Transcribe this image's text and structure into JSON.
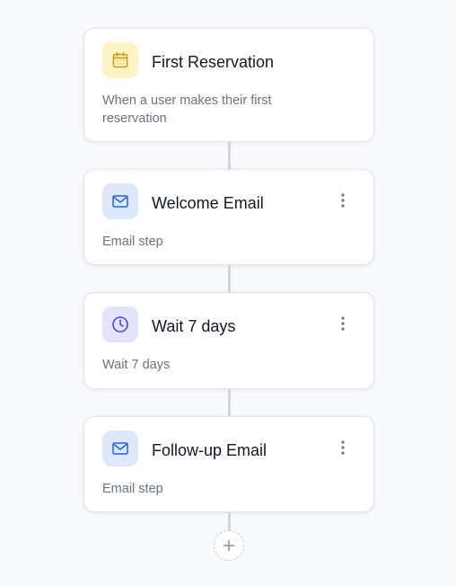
{
  "workflow": {
    "trigger": {
      "title": "First Reservation",
      "description": "When a user makes their first reservation",
      "icon": "calendar-icon",
      "icon_color": "#c99a12",
      "tile_color": "#fdf3c4"
    },
    "steps": [
      {
        "title": "Welcome Email",
        "description": "Email step",
        "icon": "mail-icon",
        "icon_color": "#2563eb",
        "tile_color": "#dde8fb"
      },
      {
        "title": "Wait 7 days",
        "description": "Wait 7 days",
        "icon": "clock-icon",
        "icon_color": "#4f46e5",
        "tile_color": "#e3e4fb"
      },
      {
        "title": "Follow-up Email",
        "description": "Email step",
        "icon": "mail-icon",
        "icon_color": "#2563eb",
        "tile_color": "#dde8fb"
      }
    ],
    "add_step": {
      "icon": "plus-icon"
    }
  }
}
